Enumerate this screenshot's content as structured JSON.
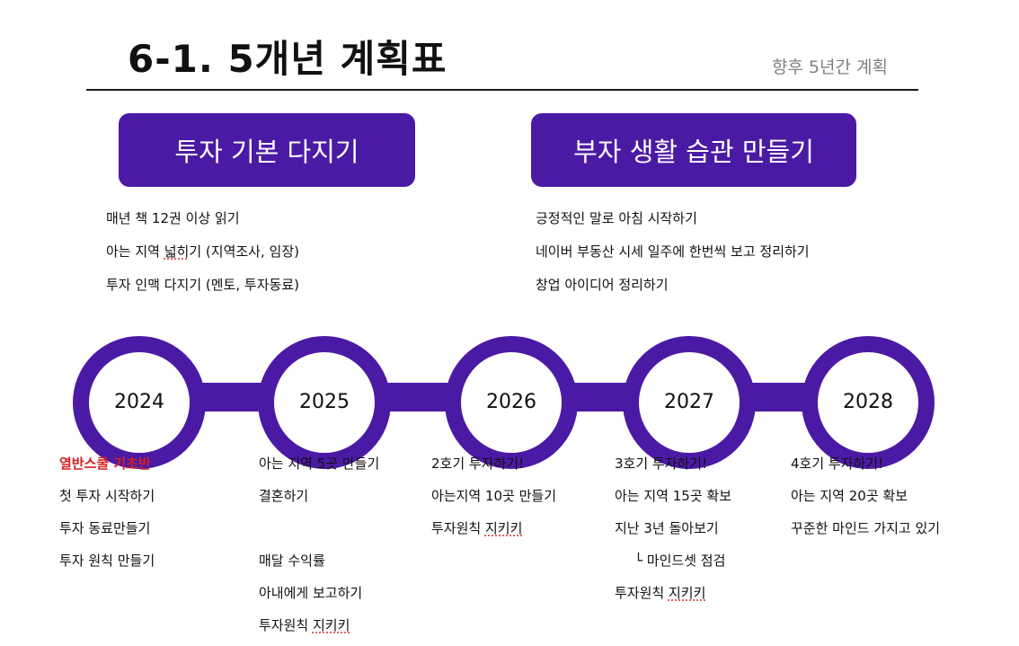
{
  "header": {
    "title": "6-1. 5개년 계획표",
    "subtitle": "향후 5년간 계획"
  },
  "colors": {
    "accent": "#4b1aa5",
    "highlight": "#d12020",
    "muted": "#808080"
  },
  "goals": [
    {
      "heading": "투자 기본 다지기",
      "items": [
        "매년 책 12권 이상 읽기",
        "아는 지역 넓히기 (지역조사, 임장)",
        "투자 인맥 다지기 (멘토, 투자동료)"
      ]
    },
    {
      "heading": "부자 생활 습관 만들기",
      "items": [
        "긍정적인 말로 아침 시작하기",
        "네이버 부동산 시세 일주에 한번씩 보고 정리하기",
        "창업 아이디어 정리하기"
      ]
    }
  ],
  "timeline": [
    {
      "year": "2024",
      "items": [
        "열반스쿨 기초반",
        "첫 투자 시작하기",
        "투자 동료만들기",
        "투자 원칙 만들기"
      ]
    },
    {
      "year": "2025",
      "items": [
        "아는 지역 5곳 만들기",
        "결혼하기",
        "",
        "매달 수익률",
        "아내에게 보고하기",
        "투자원칙 지키키"
      ]
    },
    {
      "year": "2026",
      "items": [
        "2호기 투자하기!",
        "아는지역 10곳 만들기",
        "투자원칙 지키키"
      ]
    },
    {
      "year": "2027",
      "items": [
        "3호기 투자하기!",
        "아는 지역 15곳 확보",
        "지난 3년 돌아보기",
        "└ 마인드셋 점검",
        "투자원칙 지키키"
      ]
    },
    {
      "year": "2028",
      "items": [
        "4호기 투자하기!",
        "아는 지역 20곳 확보",
        "꾸준한 마인드 가지고 있기"
      ]
    }
  ]
}
